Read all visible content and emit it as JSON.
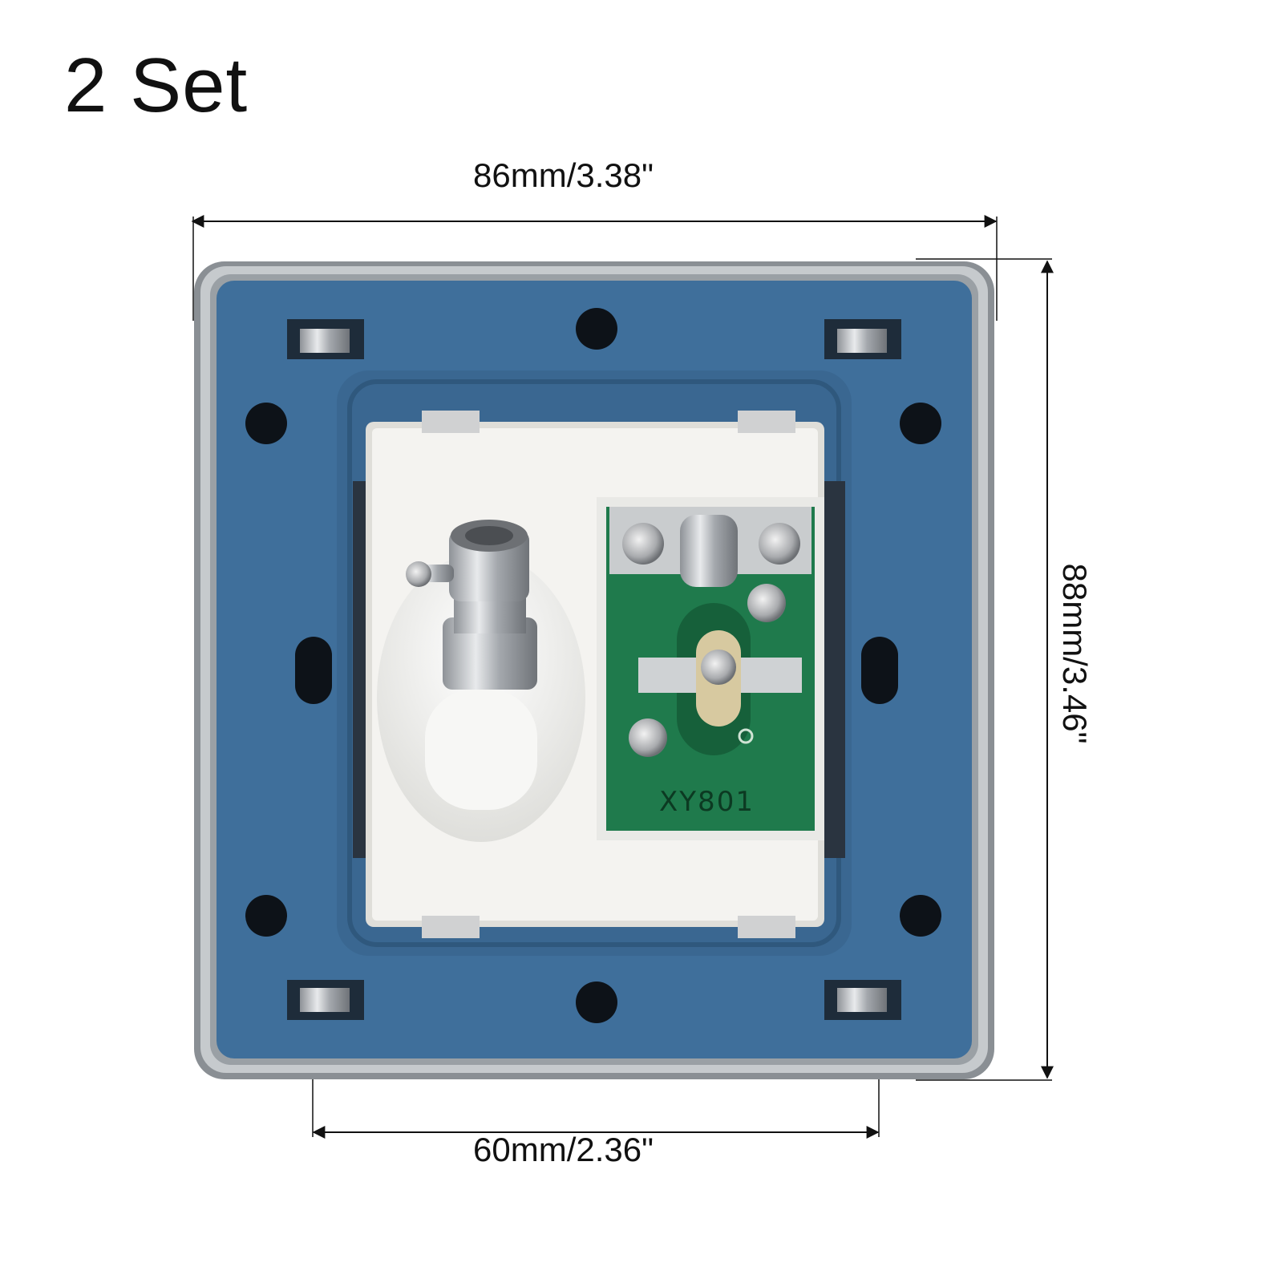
{
  "title": "2 Set",
  "dimensions": {
    "width": "86mm/3.38\"",
    "height": "88mm/3.46\"",
    "hole_spacing": "60mm/2.36\""
  },
  "pcb_marking": "XY801",
  "colors": {
    "panel_blue": "#3f6f9b",
    "frame_silver": "#bfc4c8",
    "pcb_green": "#1f7a4c",
    "housing_white": "#f4f3f0"
  }
}
